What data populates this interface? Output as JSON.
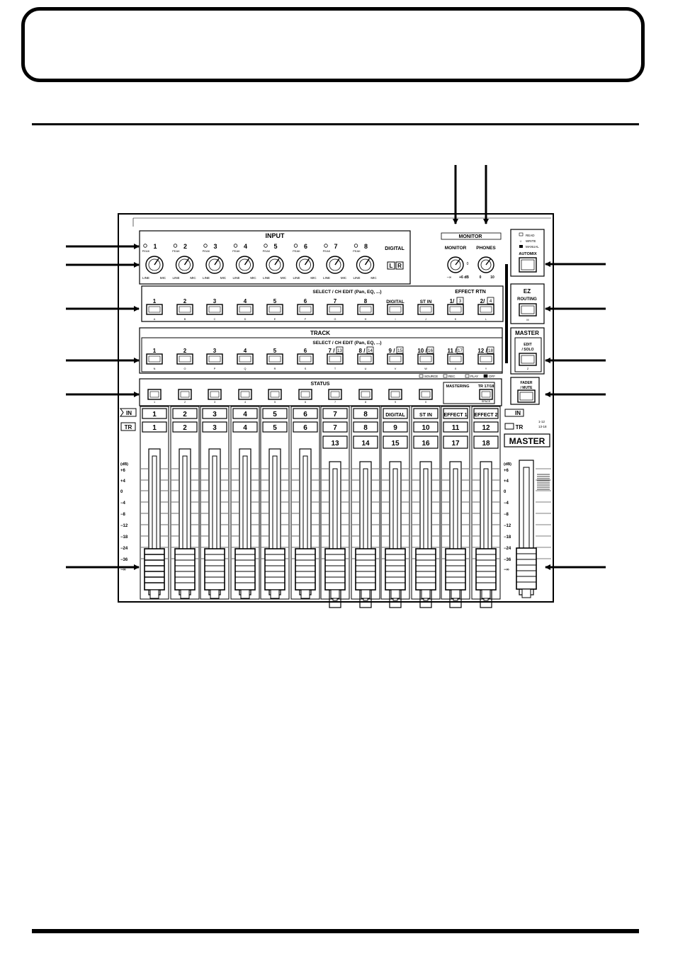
{
  "input": {
    "title": "INPUT",
    "channels": [
      "1",
      "2",
      "3",
      "4",
      "5",
      "6",
      "7",
      "8"
    ],
    "peak": "PEAK",
    "line": "LINE",
    "mic": "MIC",
    "digital": "DIGITAL",
    "l": "L",
    "r": "R"
  },
  "monitor": {
    "title": "MONITOR",
    "monitor_label": "MONITOR",
    "phones_label": "PHONES",
    "min": "−∞",
    "max": "+6 dB",
    "mid": "0",
    "ph_min": "0",
    "ph_max": "10"
  },
  "automix": {
    "read": "READ",
    "write": "WRITE",
    "manual": "MANUAL",
    "label": "AUTOMIX"
  },
  "ez_routing": {
    "line1": "EZ",
    "line2": "ROUTING",
    "key": "M"
  },
  "select_input": {
    "header": "SELECT / CH EDIT (Pan, EQ, ...)",
    "effect_rtn": "EFFECT  RTN",
    "buttons": [
      {
        "label": "1",
        "key": "A"
      },
      {
        "label": "2",
        "key": "B"
      },
      {
        "label": "3",
        "key": "C"
      },
      {
        "label": "4",
        "key": "D"
      },
      {
        "label": "5",
        "key": "E"
      },
      {
        "label": "6",
        "key": "F"
      },
      {
        "label": "7",
        "key": "G"
      },
      {
        "label": "8",
        "key": "H"
      },
      {
        "label": "DIGITAL",
        "key": "I"
      },
      {
        "label": "ST  IN",
        "key": "J"
      },
      {
        "label": "1/",
        "box": "3",
        "key": "K"
      },
      {
        "label": "2/",
        "box": "4",
        "key": "L"
      }
    ]
  },
  "track": {
    "title": "TRACK",
    "header": "SELECT / CH EDIT (Pan, EQ, ...)",
    "buttons": [
      {
        "label": "1",
        "key": "N"
      },
      {
        "label": "2",
        "key": "O"
      },
      {
        "label": "3",
        "key": "P"
      },
      {
        "label": "4",
        "key": "Q"
      },
      {
        "label": "5",
        "key": "R"
      },
      {
        "label": "6",
        "key": "S"
      },
      {
        "label": "7 /",
        "box": "13",
        "key": "T"
      },
      {
        "label": "8 /",
        "box": "14",
        "key": "U"
      },
      {
        "label": "9 /",
        "box": "15",
        "key": "V"
      },
      {
        "label": "10 /",
        "box": "16",
        "key": "W"
      },
      {
        "label": "11 /",
        "box": "17",
        "key": "X"
      },
      {
        "label": "12 /",
        "box": "18",
        "key": "Y"
      }
    ]
  },
  "master_section": {
    "title": "MASTER",
    "edit1": "EDIT",
    "edit2": "/ SOLO",
    "edit_key": "Z",
    "fader1": "FADER",
    "fader2": "/ MUTE"
  },
  "status": {
    "title": "STATUS",
    "legend": [
      "SOURCE",
      "REC",
      "PLAY",
      "OFF"
    ],
    "keys": [
      "1",
      "2",
      "3",
      "4",
      "5",
      "6",
      "7",
      "8",
      "9",
      "0",
      "-"
    ],
    "mastering": "MASTERING",
    "tr1718": "TR 17/18",
    "space": "SPACE"
  },
  "strips": {
    "in_tag": "IN",
    "tr_tag": "TR",
    "in_labels": [
      "1",
      "2",
      "3",
      "4",
      "5",
      "6",
      "7",
      "8",
      "DIGITAL",
      "ST  IN",
      "EFFECT 1",
      "EFFECT 2"
    ],
    "tr_labels": [
      "1",
      "2",
      "3",
      "4",
      "5",
      "6",
      "7",
      "8",
      "9",
      "10",
      "11",
      "12"
    ],
    "tr_extra": [
      "13",
      "14",
      "15",
      "16",
      "17",
      "18"
    ],
    "right_in": "IN",
    "right_tr": "TR",
    "right_tr_a": "1-12",
    "right_tr_b": "13-18",
    "master": "MASTER"
  },
  "scale": {
    "unit": "(dB)",
    "ticks": [
      "+6",
      "+4",
      "0",
      "−4",
      "−8",
      "−12",
      "−18",
      "−24",
      "−36",
      "−∞"
    ]
  }
}
